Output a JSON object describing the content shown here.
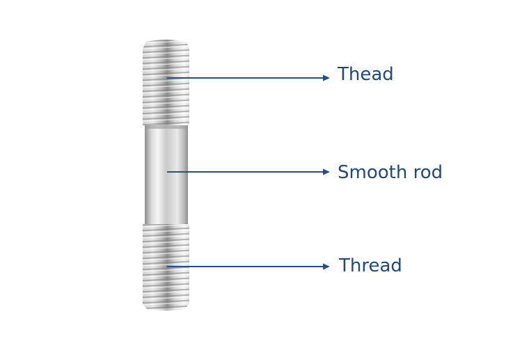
{
  "diagram": {
    "subject": "double-end threaded stud bolt",
    "colors": {
      "leader_line": "#2a4e7e",
      "label_text": "#22497a",
      "metal_light": "#f2f2f2",
      "metal_mid": "#c4c4c4",
      "metal_dark": "#8a8a8a"
    },
    "parts": [
      {
        "id": "top-thread",
        "label": "Thead"
      },
      {
        "id": "smooth-rod",
        "label": "Smooth rod"
      },
      {
        "id": "bottom-thread",
        "label": "Thread"
      }
    ]
  }
}
